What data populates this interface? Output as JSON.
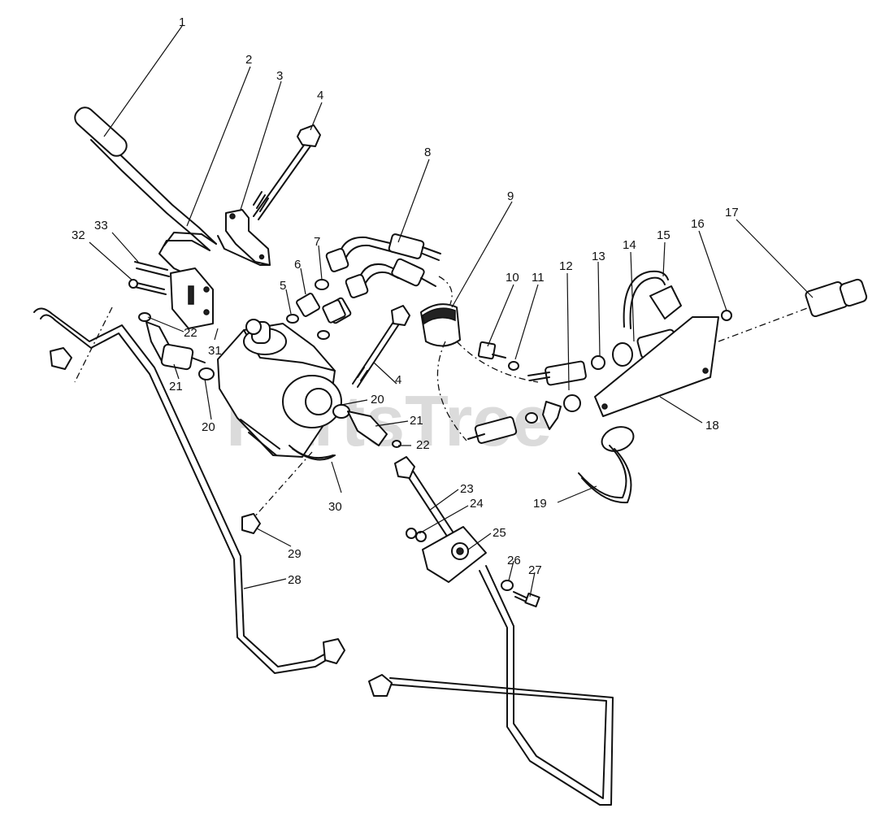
{
  "watermark": {
    "text": "PartsTree",
    "tm": "TM"
  },
  "callouts": [
    "1",
    "2",
    "3",
    "4",
    "4",
    "5",
    "6",
    "7",
    "8",
    "9",
    "10",
    "11",
    "12",
    "13",
    "14",
    "15",
    "16",
    "17",
    "18",
    "19",
    "20",
    "20",
    "21",
    "21",
    "22",
    "22",
    "23",
    "24",
    "25",
    "26",
    "27",
    "28",
    "29",
    "30",
    "31",
    "32",
    "33"
  ]
}
